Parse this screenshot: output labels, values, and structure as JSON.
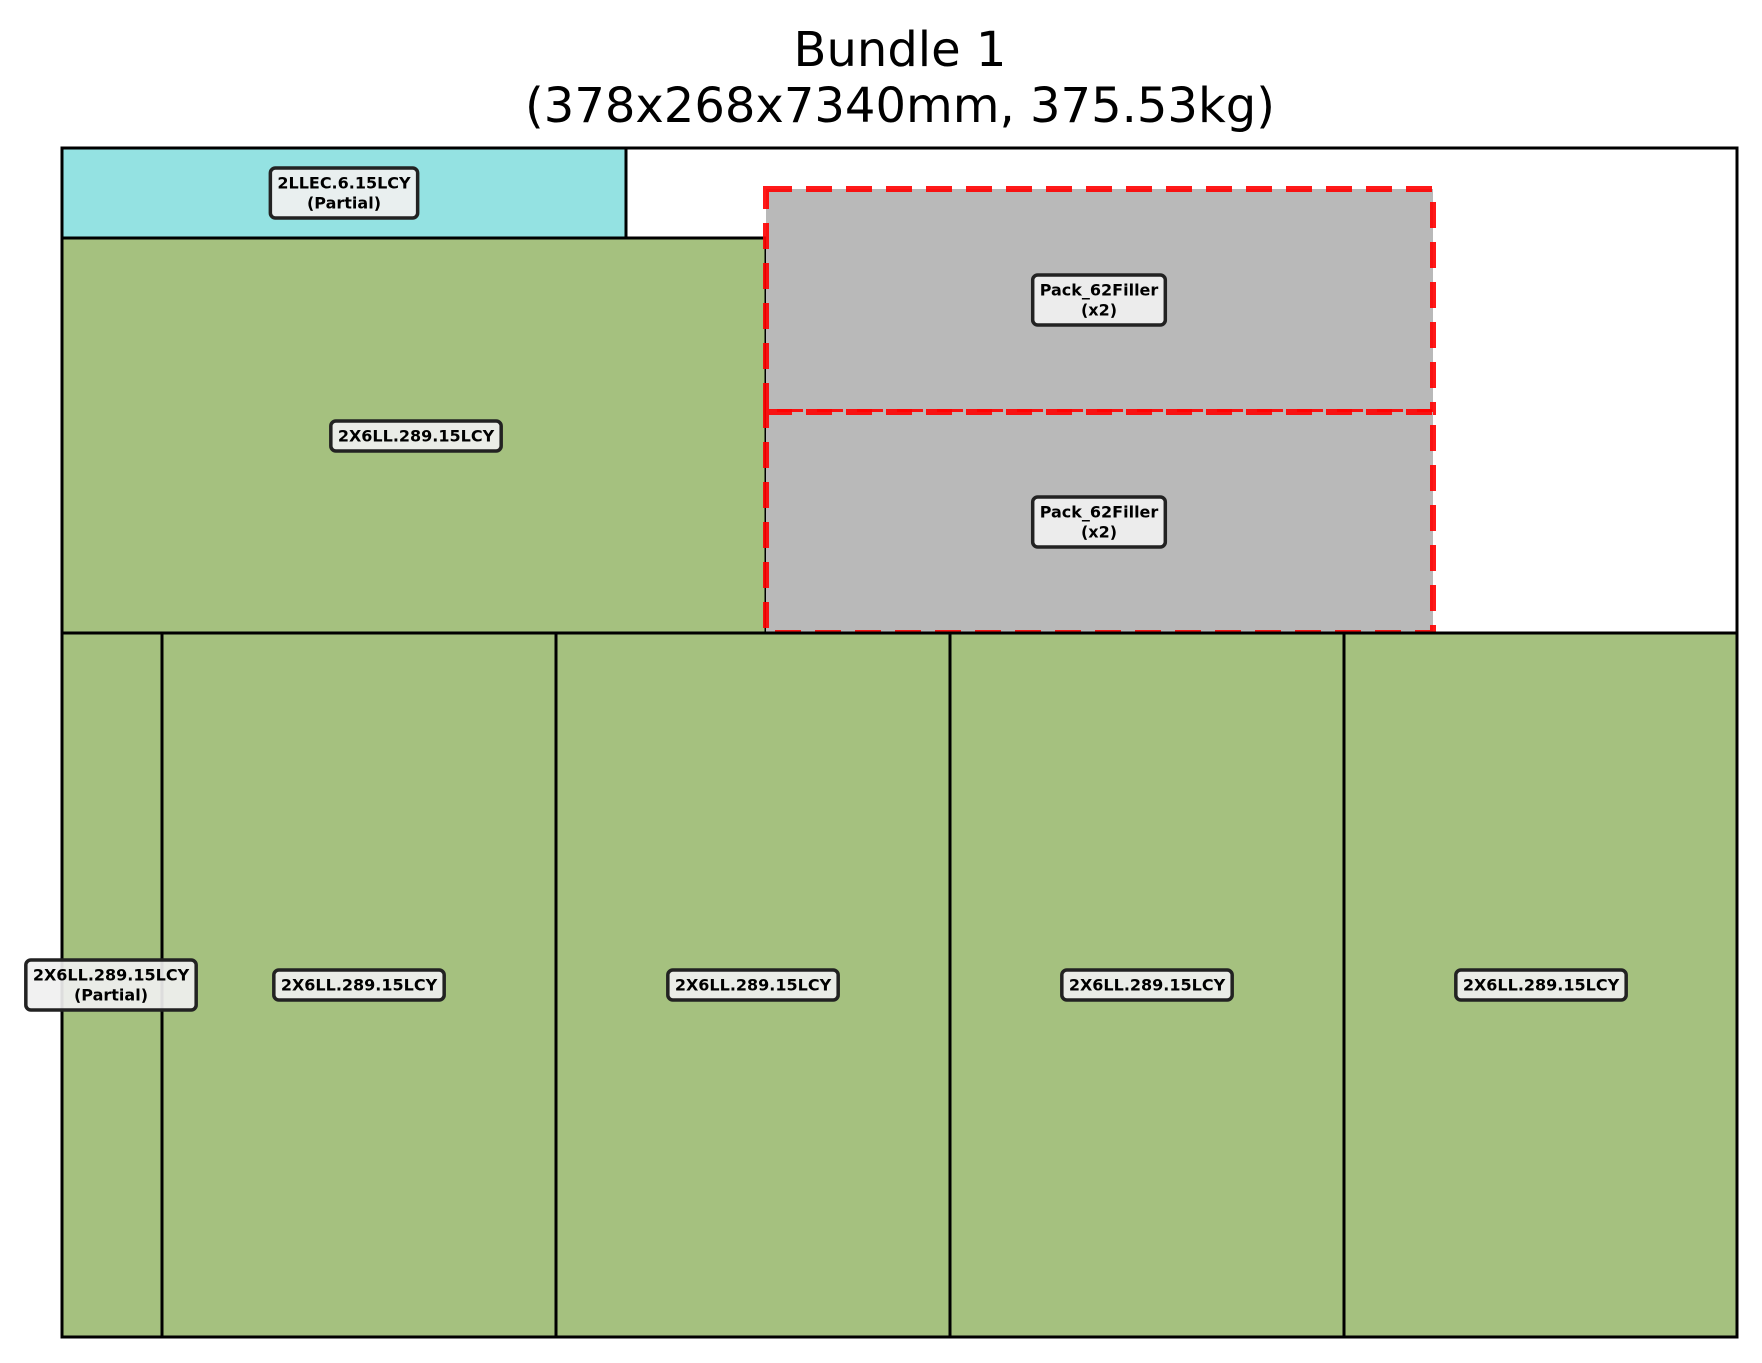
{
  "title": {
    "line1": "Bundle 1",
    "line2": "(378x268x7340mm, 375.53kg)"
  },
  "colors": {
    "product_green": "#a5c17f",
    "product_cyan": "#94e2e2",
    "filler_gray": "#b9b9b9",
    "filler_outline_red": "#ff0000",
    "label_fill": "#f0f0f0",
    "edge": "#000000"
  },
  "blocks": [
    {
      "id": "top-left-partial",
      "kind": "product",
      "color": "product_cyan",
      "line1": "2LLEC.6.15LCY",
      "line2": "(Partial)"
    },
    {
      "id": "upper-left",
      "kind": "product",
      "color": "product_green",
      "line1": "2X6LL.289.15LCY",
      "line2": ""
    },
    {
      "id": "filler-top",
      "kind": "filler",
      "color": "filler_gray",
      "line1": "Pack_62Filler",
      "line2": "(x2)"
    },
    {
      "id": "filler-bottom",
      "kind": "filler",
      "color": "filler_gray",
      "line1": "Pack_62Filler",
      "line2": "(x2)"
    },
    {
      "id": "bottom-partial",
      "kind": "product",
      "color": "product_green",
      "line1": "2X6LL.289.15LCY",
      "line2": "(Partial)"
    },
    {
      "id": "bottom-1",
      "kind": "product",
      "color": "product_green",
      "line1": "2X6LL.289.15LCY",
      "line2": ""
    },
    {
      "id": "bottom-2",
      "kind": "product",
      "color": "product_green",
      "line1": "2X6LL.289.15LCY",
      "line2": ""
    },
    {
      "id": "bottom-3",
      "kind": "product",
      "color": "product_green",
      "line1": "2X6LL.289.15LCY",
      "line2": ""
    },
    {
      "id": "bottom-4",
      "kind": "product",
      "color": "product_green",
      "line1": "2X6LL.289.15LCY",
      "line2": ""
    }
  ]
}
